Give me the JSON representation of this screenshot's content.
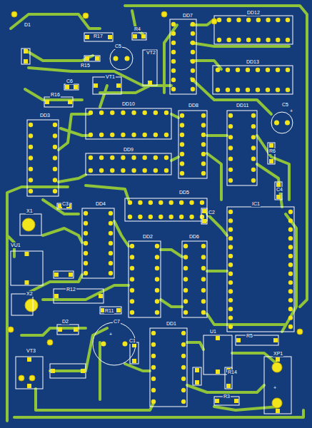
{
  "diagram": {
    "labels": [
      "D1",
      "R17",
      "R4",
      "DD7",
      "DD12",
      "C5",
      "R15",
      "VT2",
      "VT1",
      "DD13",
      "C6",
      "R16",
      "C5",
      "+",
      "DD10",
      "DD8",
      "DD11",
      "DD3",
      "DD9",
      "R6",
      "C4",
      "X1",
      "C3",
      "DD4",
      "DD5",
      "C2",
      "IC1",
      "DD2",
      "DD6",
      "VU1",
      "X2",
      "R12",
      "R11",
      "D2",
      "C7",
      "+",
      "DD1",
      "C1",
      "U1",
      "R5",
      "VT3",
      "R14",
      "XP1",
      "+",
      "R3"
    ]
  }
}
